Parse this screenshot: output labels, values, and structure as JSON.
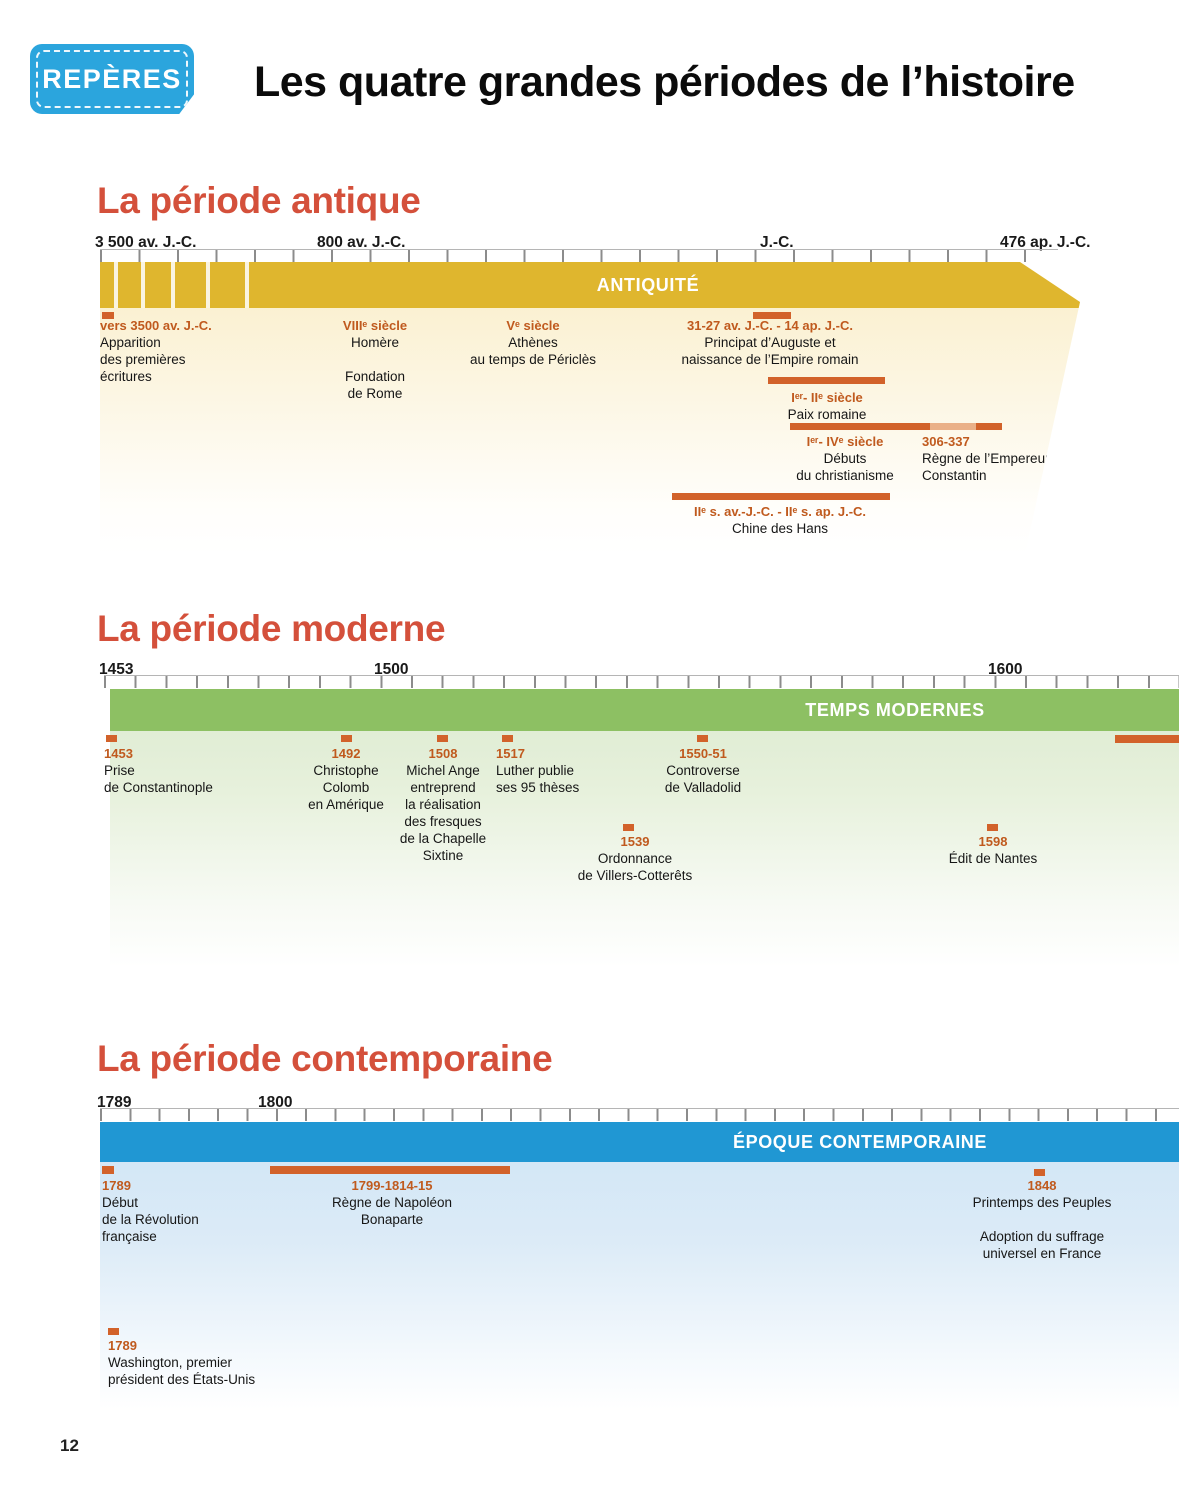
{
  "page": {
    "number": "12"
  },
  "header": {
    "badge": "REPÈRES",
    "title": "Les quatre grandes périodes de l’histoire"
  },
  "colors": {
    "badge_blue": "#2ba5dd",
    "section_title_red": "#d4503b",
    "date_orange": "#c05a1e",
    "marker_orange": "#d2622a",
    "antique_band_yellow": "#dfb62e",
    "modern_band_green": "#8dc063",
    "contemporary_band_blue": "#2097d3"
  },
  "timelines": {
    "antique": {
      "title": "La période antique",
      "band_label": "ANTIQUITÉ",
      "axis": [
        "3 500 av. J.-C.",
        "800 av. J.-C.",
        "J.-C.",
        "476 ap. J.-C."
      ],
      "events": [
        {
          "date": "vers 3500 av. J.-C.",
          "text": "Apparition\ndes premières\nécritures"
        },
        {
          "date": "VIIIᵉ siècle",
          "text": "Homère\n\nFondation\nde Rome"
        },
        {
          "date": "Vᵉ siècle",
          "text": "Athènes\nau temps de Périclès"
        },
        {
          "date": "31-27 av. J.-C. - 14 ap. J.-C.",
          "text": "Principat d’Auguste et\nnaissance de l’Empire romain"
        },
        {
          "date": "Iᵉʳ- IIᵉ siècle",
          "text": "Paix romaine"
        },
        {
          "date": "Iᵉʳ- IVᵉ siècle",
          "text": "Débuts\ndu christianisme"
        },
        {
          "date": "306-337",
          "text": "Règne de l’Empereur\nConstantin"
        },
        {
          "date": "IIᵉ s. av.-J.-C. - IIᵉ s. ap. J.-C.",
          "text": "Chine des Hans"
        }
      ]
    },
    "moderne": {
      "title": "La période moderne",
      "band_label": "TEMPS MODERNES",
      "axis": [
        "1453",
        "1500",
        "1600"
      ],
      "events": [
        {
          "date": "1453",
          "text": "Prise\nde Constantinople"
        },
        {
          "date": "1492",
          "text": "Christophe\nColomb\nen Amérique"
        },
        {
          "date": "1508",
          "text": "Michel Ange\nentreprend\nla réalisation\ndes fresques\nde la Chapelle\nSixtine"
        },
        {
          "date": "1517",
          "text": "Luther publie\nses 95 thèses"
        },
        {
          "date": "1550-51",
          "text": "Controverse\nde Valladolid"
        },
        {
          "date": "1539",
          "text": "Ordonnance\nde Villers-Cotterêts"
        },
        {
          "date": "1598",
          "text": "Édit de Nantes"
        }
      ]
    },
    "contemporaine": {
      "title": "La période contemporaine",
      "band_label": "ÉPOQUE CONTEMPORAINE",
      "axis": [
        "1789",
        "1800"
      ],
      "events": [
        {
          "date": "1789",
          "text": "Début\nde la Révolution\nfrançaise"
        },
        {
          "date": "1799-1814-15",
          "text": "Règne de Napoléon\nBonaparte"
        },
        {
          "date": "1848",
          "text": "Printemps des Peuples\n\nAdoption du suffrage\nuniversel en France"
        },
        {
          "date": "1789",
          "text": "Washington, premier\nprésident des États-Unis"
        }
      ]
    }
  }
}
